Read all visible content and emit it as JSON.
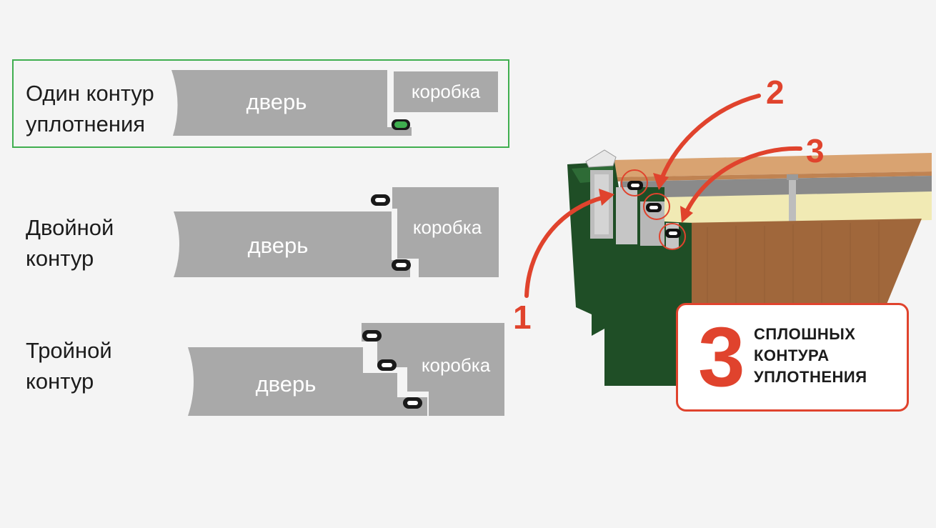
{
  "rows": [
    {
      "label": "Один контур\nуплотнения",
      "door": "дверь",
      "frame": "коробка"
    },
    {
      "label": "Двойной\nконтур",
      "door": "дверь",
      "frame": "коробка"
    },
    {
      "label": "Тройной\nконтур",
      "door": "дверь",
      "frame": "коробка"
    }
  ],
  "callouts": {
    "one": "1",
    "two": "2",
    "three": "3"
  },
  "badge": {
    "number": "3",
    "lines": [
      "СПЛОШНЫХ",
      "КОНТУРА",
      "УПЛОТНЕНИЯ"
    ]
  },
  "colors": {
    "accent_red": "#e0432d",
    "highlight_green": "#3fae4f",
    "shape_gray": "#a9a9a9",
    "frame_green": "#1f4e26",
    "wood": "#a0673b"
  }
}
